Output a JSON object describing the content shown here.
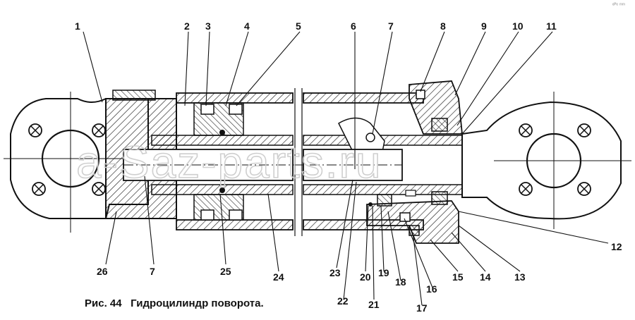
{
  "figure": {
    "caption_label": "Рис. 44",
    "caption_title": "Гидроцилиндр поворота.",
    "watermark": "a-Saz-parts.ru",
    "corner_mark": "ᵉᴾᵉ ᵐᵐ"
  },
  "callouts": {
    "n1": "1",
    "n2": "2",
    "n3": "3",
    "n4": "4",
    "n5": "5",
    "n6": "6",
    "n7a": "7",
    "n8": "8",
    "n9": "9",
    "n10": "10",
    "n11": "11",
    "n12": "12",
    "n13": "13",
    "n14": "14",
    "n15": "15",
    "n16": "16",
    "n17": "17",
    "n18": "18",
    "n19": "19",
    "n20": "20",
    "n21": "21",
    "n22": "22",
    "n23": "23",
    "n24": "24",
    "n25": "25",
    "n26": "26",
    "n7b": "7"
  }
}
